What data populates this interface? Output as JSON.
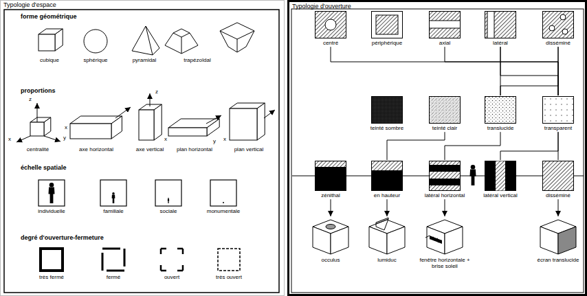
{
  "diagram": {
    "nodes": [
      {
        "text": [
          "Typologie d'espace"
        ]
      },
      {
        "text": [
          "Typologie d'ouverture"
        ]
      },
      {
        "text": [
          "centré"
        ],
        "in": 1
      },
      {
        "text": [
          "périphérique"
        ],
        "in": 1
      },
      {
        "text": [
          "axial"
        ],
        "in": 1
      },
      {
        "text": [
          "latéral"
        ],
        "in": 1
      },
      {
        "text": [
          "disséminé"
        ],
        "in": 1
      },
      {
        "text": [
          "teinté sombre"
        ],
        "in": 1
      },
      {
        "text": [
          "teinté clair"
        ],
        "in": 1
      },
      {
        "text": [
          "translucide"
        ],
        "in": 1
      },
      {
        "text": [
          "transparent"
        ],
        "in": 1
      },
      {
        "text": [
          "zénithal"
        ],
        "in": 1
      },
      {
        "text": [
          "en hauteur"
        ],
        "in": 1
      },
      {
        "text": [
          "latéral horizontal"
        ],
        "in": 1
      },
      {
        "text": [
          "latéral vertical"
        ],
        "in": 1
      },
      {
        "text": [
          "disséminé"
        ],
        "in": 1
      },
      {
        "text": [
          "occulus"
        ],
        "in": 1
      },
      {
        "text": [
          "lumiduc"
        ],
        "in": 1
      },
      {
        "text": [
          "fenêtre horizontale + brise soleil"
        ],
        "in": 1
      },
      {
        "text": [
          "écran translucide"
        ],
        "in": 1
      }
    ],
    "edges": [
      {
        "from": 2,
        "to": 10,
        "arrow": "none"
      },
      {
        "from": 4,
        "to": 10,
        "arrow": "none"
      },
      {
        "from": 5,
        "to": 9,
        "arrow": "none"
      },
      {
        "from": 5,
        "to": 10,
        "arrow": "none"
      },
      {
        "from": 6,
        "to": 9,
        "arrow": "none"
      },
      {
        "from": 6,
        "to": 10,
        "arrow": "none"
      },
      {
        "from": 8,
        "to": 12,
        "arrow": "none"
      },
      {
        "from": 9,
        "to": 13,
        "arrow": "none"
      },
      {
        "from": 10,
        "to": 14,
        "arrow": "none"
      },
      {
        "from": 10,
        "to": 15,
        "arrow": "none"
      },
      {
        "from": 11,
        "to": 16,
        "arrow": "to"
      },
      {
        "from": 12,
        "to": 17,
        "arrow": "to"
      },
      {
        "from": 13,
        "to": 18,
        "arrow": "to"
      },
      {
        "from": 15,
        "to": 19,
        "arrow": "to"
      }
    ],
    "labels": [
      "forme géométrique",
      "cubique",
      "sphérique",
      "pyramidal",
      "trapézoïdal",
      "proportions",
      "z",
      "x",
      "y",
      "centralité",
      "x",
      "axe horizontal",
      "z",
      "axe vertical",
      "x",
      "y",
      "plan horizontal",
      "x",
      "plan vertical",
      "échelle spatiale",
      "individuelle",
      "familiale",
      "sociale",
      "monumentale",
      "degré d'ouverture-fermeture",
      "très fermé",
      "fermé",
      "ouvert",
      "très ouvert"
    ]
  }
}
